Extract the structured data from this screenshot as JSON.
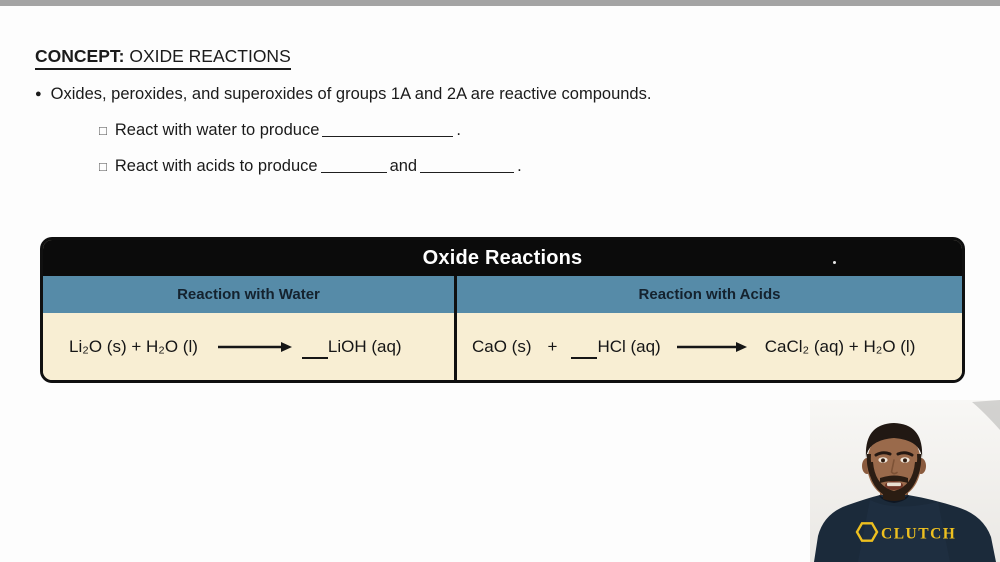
{
  "colors": {
    "page-bg": "#fdfdfd",
    "top-bar": "#a4a4a4",
    "text": "#1b1b1b",
    "table-border": "#101010",
    "table-title-bg": "#0b0b0b",
    "table-title-text": "#ffffff",
    "table-header-bg": "#568ba8",
    "table-header-text": "#14222e",
    "table-body-bg": "#f8eed3",
    "clutch-yellow": "#eec01f",
    "shirt-navy": "#1b2a3a"
  },
  "concept": {
    "label": "CONCEPT:",
    "title": "OXIDE REACTIONS"
  },
  "notes": {
    "bullet_marker": "●",
    "main": "Oxides, peroxides, and superoxides of groups 1A and 2A are reactive compounds.",
    "sub_marker": "□",
    "sub1": {
      "pre": "React with water to produce",
      "end": "."
    },
    "sub2": {
      "pre": "React with acids to produce",
      "mid": "and",
      "end": "."
    }
  },
  "table": {
    "title": "Oxide Reactions",
    "columns": [
      {
        "header": "Reaction with Water"
      },
      {
        "header": "Reaction with Acids"
      }
    ],
    "water": {
      "reactants": "Li₂O (s) + H₂O (l)",
      "product": "LiOH (aq)"
    },
    "acids": {
      "reactant1": "CaO (s)",
      "plus": "+",
      "reactant2": "HCl (aq)",
      "products": "CaCl₂ (aq) + H₂O (l)"
    }
  },
  "webcam": {
    "logo_text": "CLUTCH"
  }
}
